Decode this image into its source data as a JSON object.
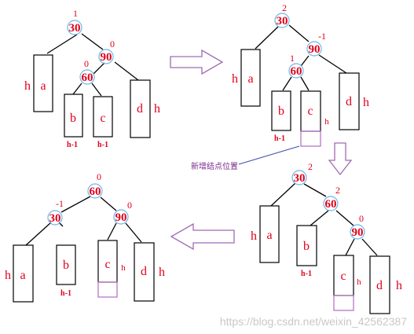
{
  "labels": {
    "n30": "30",
    "n60": "60",
    "n90": "90",
    "a": "a",
    "b": "b",
    "c": "c",
    "d": "d",
    "h": "h",
    "h_minus_1": "h-1"
  },
  "balance_factors": {
    "p1_30": "1",
    "p1_90": "0",
    "p1_60": "0",
    "p2_30": "2",
    "p2_90": "-1",
    "p2_60": "1",
    "p3_30": "2",
    "p3_60": "2",
    "p3_90": "0",
    "p4_60": "0",
    "p4_30": "-1",
    "p4_90": "0"
  },
  "annotation": "新增结点位置",
  "watermark": "https://blog.csdn.net/weixin_42562387"
}
